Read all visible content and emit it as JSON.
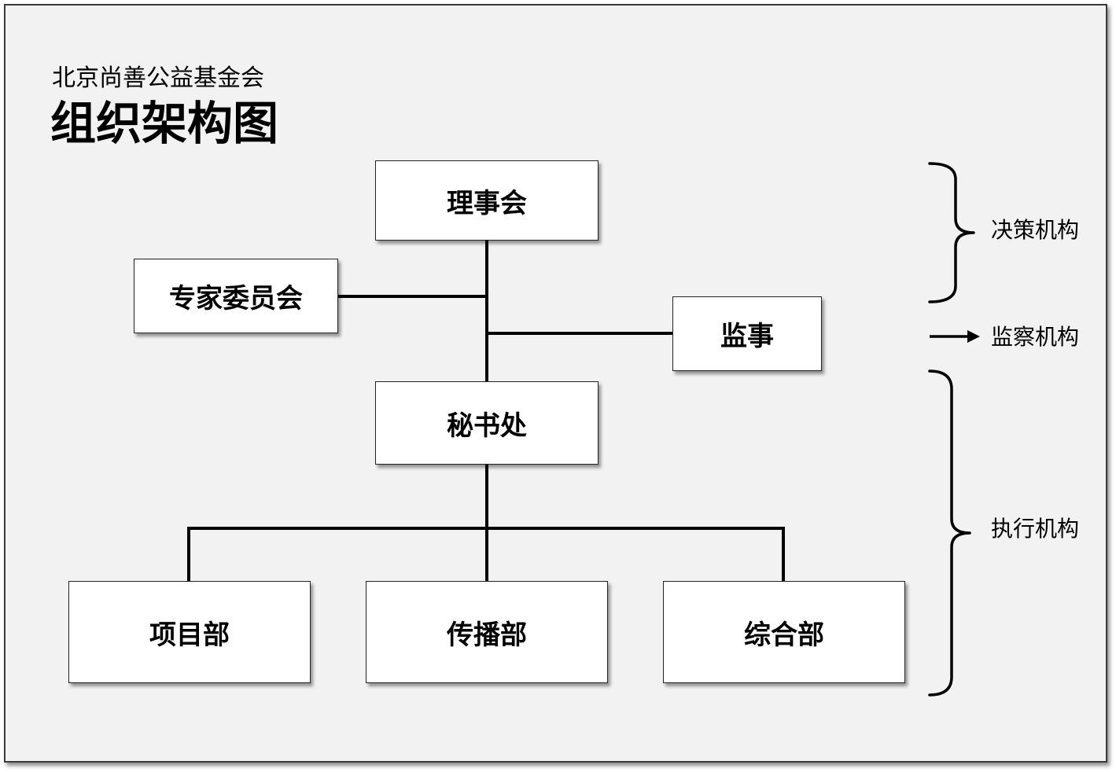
{
  "header": {
    "org_name": "北京尚善公益基金会",
    "title": "组织架构图"
  },
  "nodes": {
    "board": "理事会",
    "experts": "专家委员会",
    "supervisor": "监事",
    "secretariat": "秘书处",
    "projects": "项目部",
    "communication": "传播部",
    "general": "综合部"
  },
  "side_labels": {
    "decision": "决策机构",
    "supervision": "监察机构",
    "execution": "执行机构"
  },
  "colors": {
    "background": "#f2f2f2",
    "box_fill": "#ffffff",
    "line": "#000000"
  }
}
